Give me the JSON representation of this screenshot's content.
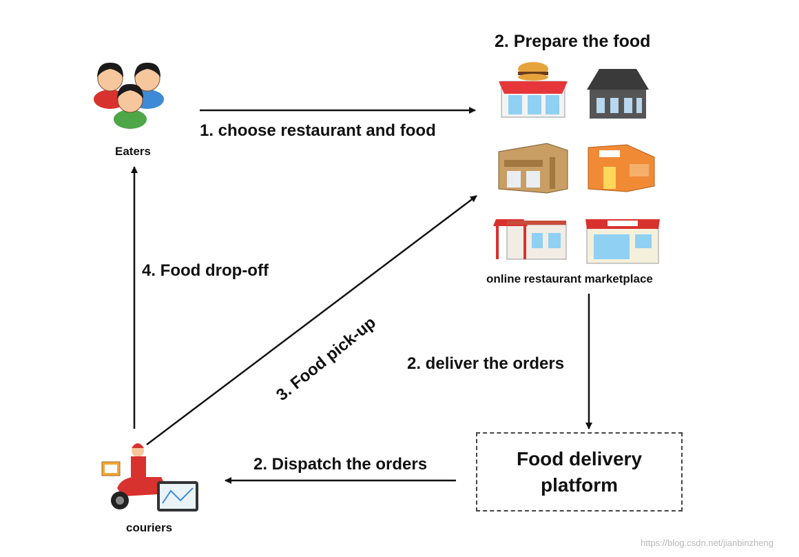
{
  "nodes": {
    "eaters": {
      "label": "Eaters",
      "icon": "people-group-icon"
    },
    "marketplace": {
      "label": "online restaurant marketplace",
      "title": "2. Prepare the food",
      "icons": [
        "burger-shop-icon",
        "dark-shop-icon",
        "wood-shop-icon",
        "orange-shop-icon",
        "canopy-shop-icon",
        "market-shop-icon"
      ]
    },
    "platform": {
      "label": "Food delivery platform"
    },
    "couriers": {
      "label": "couriers",
      "icon": "scooter-courier-icon"
    }
  },
  "edges": {
    "choose": "1. choose restaurant and food",
    "deliver": "2. deliver the orders",
    "dispatch": "2. Dispatch the orders",
    "pickup": "3. Food pick-up",
    "dropoff": "4. Food drop-off"
  },
  "watermark": "https://blog.csdn.net/jianbinzheng",
  "colors": {
    "line": "#111111",
    "red": "#d8322e",
    "blue": "#3f8ad6",
    "green": "#4ea646",
    "orange": "#e77b28"
  }
}
